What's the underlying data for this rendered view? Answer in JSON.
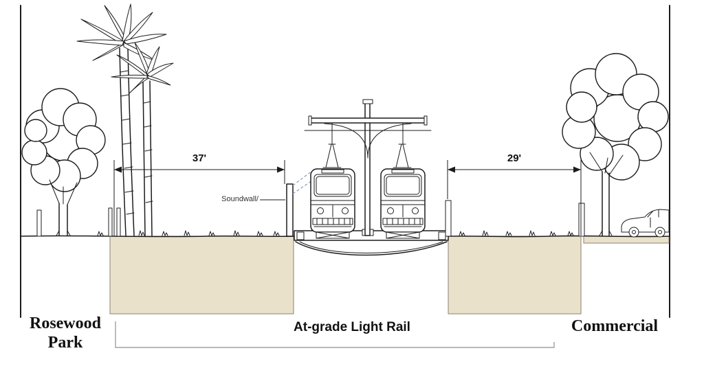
{
  "diagram": {
    "center_label": "At-grade Light Rail",
    "bottom_left_label": {
      "line1": "Rosewood",
      "line2": "Park"
    },
    "bottom_right_label": "Commercial",
    "soundwall_label": "Soundwall/",
    "dimensions": {
      "left_width": "37'",
      "right_width": "29'"
    },
    "colors": {
      "ground_fill": "#e9e1c9",
      "line": "#1b1b1b",
      "guide_dash": "#7d9cc6",
      "bracket": "#8f8f8f"
    }
  }
}
